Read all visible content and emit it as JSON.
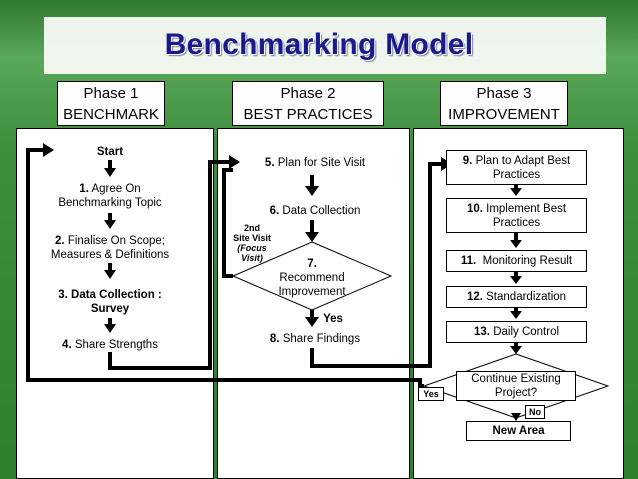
{
  "title": "Benchmarking Model",
  "phases": [
    {
      "line1": "Phase 1",
      "line2": "BENCHMARK"
    },
    {
      "line1": "Phase 2",
      "line2": "BEST PRACTICES"
    },
    {
      "line1": "Phase 3",
      "line2": "IMPROVEMENT"
    }
  ],
  "phase1": {
    "start": "Start",
    "step1_num": "1.",
    "step1_text": "Agree On",
    "step1_line2": "Benchmarking Topic",
    "step2_num": "2.",
    "step2_text": "Finalise On Scope;",
    "step2_line2": "Measures & Definitions",
    "step3_line1": "3. Data Collection :",
    "step3_line2": "Survey",
    "step4_num": "4.",
    "step4_text": "Share Strengths"
  },
  "phase2": {
    "step5_num": "5.",
    "step5_text": "Plan for Site Visit",
    "step6_num": "6.",
    "step6_text": "Data Collection",
    "step7_num": "7.",
    "step7_line2": "Recommend",
    "step7_line3": "Improvement",
    "site_visit_line1": "2nd",
    "site_visit_line2": "Site Visit",
    "site_visit_line3": "(Focus",
    "site_visit_line4": "Visit)",
    "yes": "Yes",
    "step8_num": "8.",
    "step8_text": "Share Findings"
  },
  "phase3": {
    "step9_num": "9.",
    "step9_text": "Plan to Adapt Best",
    "step9_line2": "Practices",
    "step10_num": "10.",
    "step10_text": "Implement Best",
    "step10_line2": "Practices",
    "step11_num": "11.",
    "step11_text": "Monitoring Result",
    "step12_num": "12.",
    "step12_text": "Standardization",
    "step13_num": "13.",
    "step13_text": "Daily Control",
    "decision_line1": "Continue Existing",
    "decision_line2": "Project?",
    "yes": "Yes",
    "no": "No",
    "new_area": "New Area"
  },
  "colors": {
    "background": "#3c8c3c",
    "title": "#1a1a8c",
    "panel": "#ffffff",
    "line": "#000000"
  }
}
